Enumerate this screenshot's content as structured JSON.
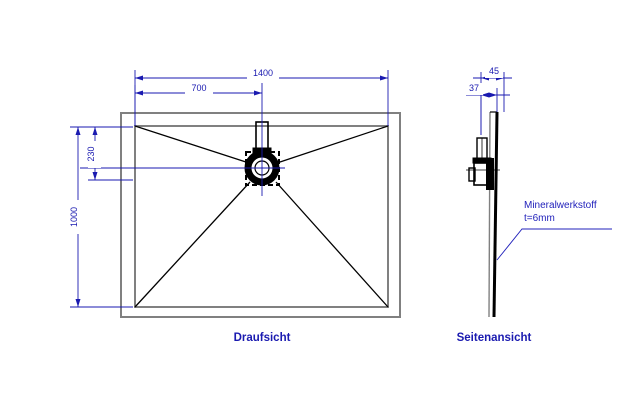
{
  "drawing": {
    "background_color": "#ffffff",
    "line_color_outline": "#808080",
    "line_color_detail": "#000000",
    "line_color_dimension": "#1a1ab0",
    "line_color_annotation": "#2222bb"
  },
  "views": {
    "top": {
      "caption": "Draufsicht",
      "dimensions": {
        "width_overall": "1400",
        "width_half": "700",
        "height_overall": "1000",
        "drain_offset": "230"
      }
    },
    "side": {
      "caption": "Seitenansicht",
      "dimensions": {
        "depth_overall": "45",
        "depth_inner": "37"
      },
      "annotation": {
        "line1": "Mineralwerkstoff",
        "line2": "t=6mm"
      }
    }
  }
}
